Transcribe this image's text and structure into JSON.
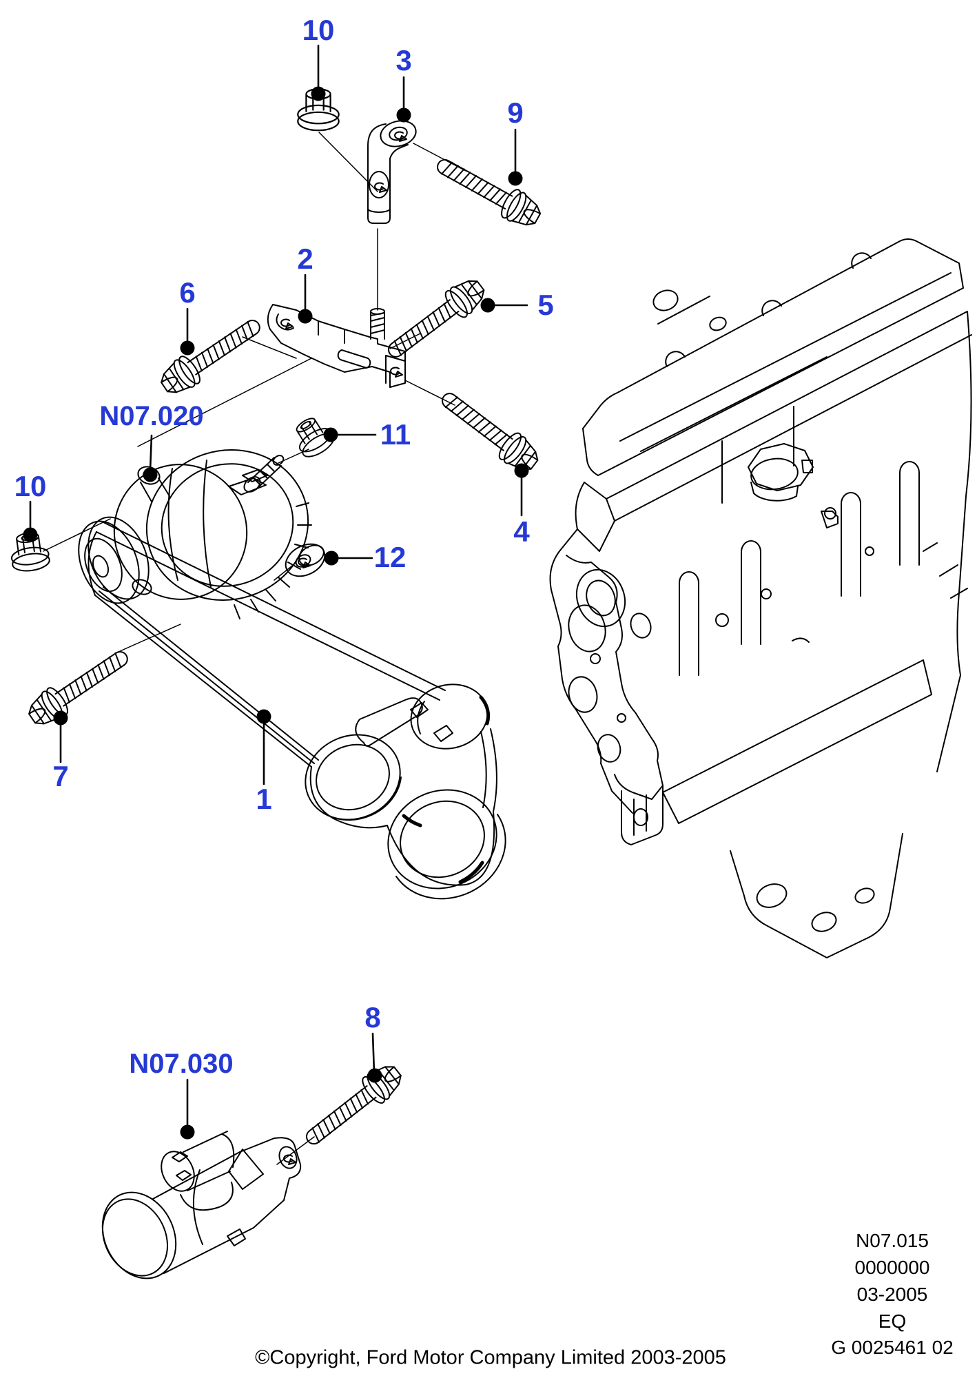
{
  "diagram": {
    "colors": {
      "callout_blue": "#2639d4",
      "line_black": "#000000",
      "background": "#ffffff"
    },
    "callouts": {
      "c1": "1",
      "c2": "2",
      "c3": "3",
      "c4": "4",
      "c5": "5",
      "c6": "6",
      "c7": "7",
      "c8": "8",
      "c9": "9",
      "c10_top": "10",
      "c10_left": "10",
      "c11": "11",
      "c12": "12"
    },
    "section_refs": {
      "alternator": "N07.020",
      "starter": "N07.030"
    },
    "info_block": {
      "lines": [
        "N07.015",
        "0000000",
        "03-2005",
        "EQ",
        "G 0025461 02"
      ]
    },
    "footer": {
      "copyright": "©Copyright, Ford Motor Company Limited 2003-2005"
    }
  }
}
